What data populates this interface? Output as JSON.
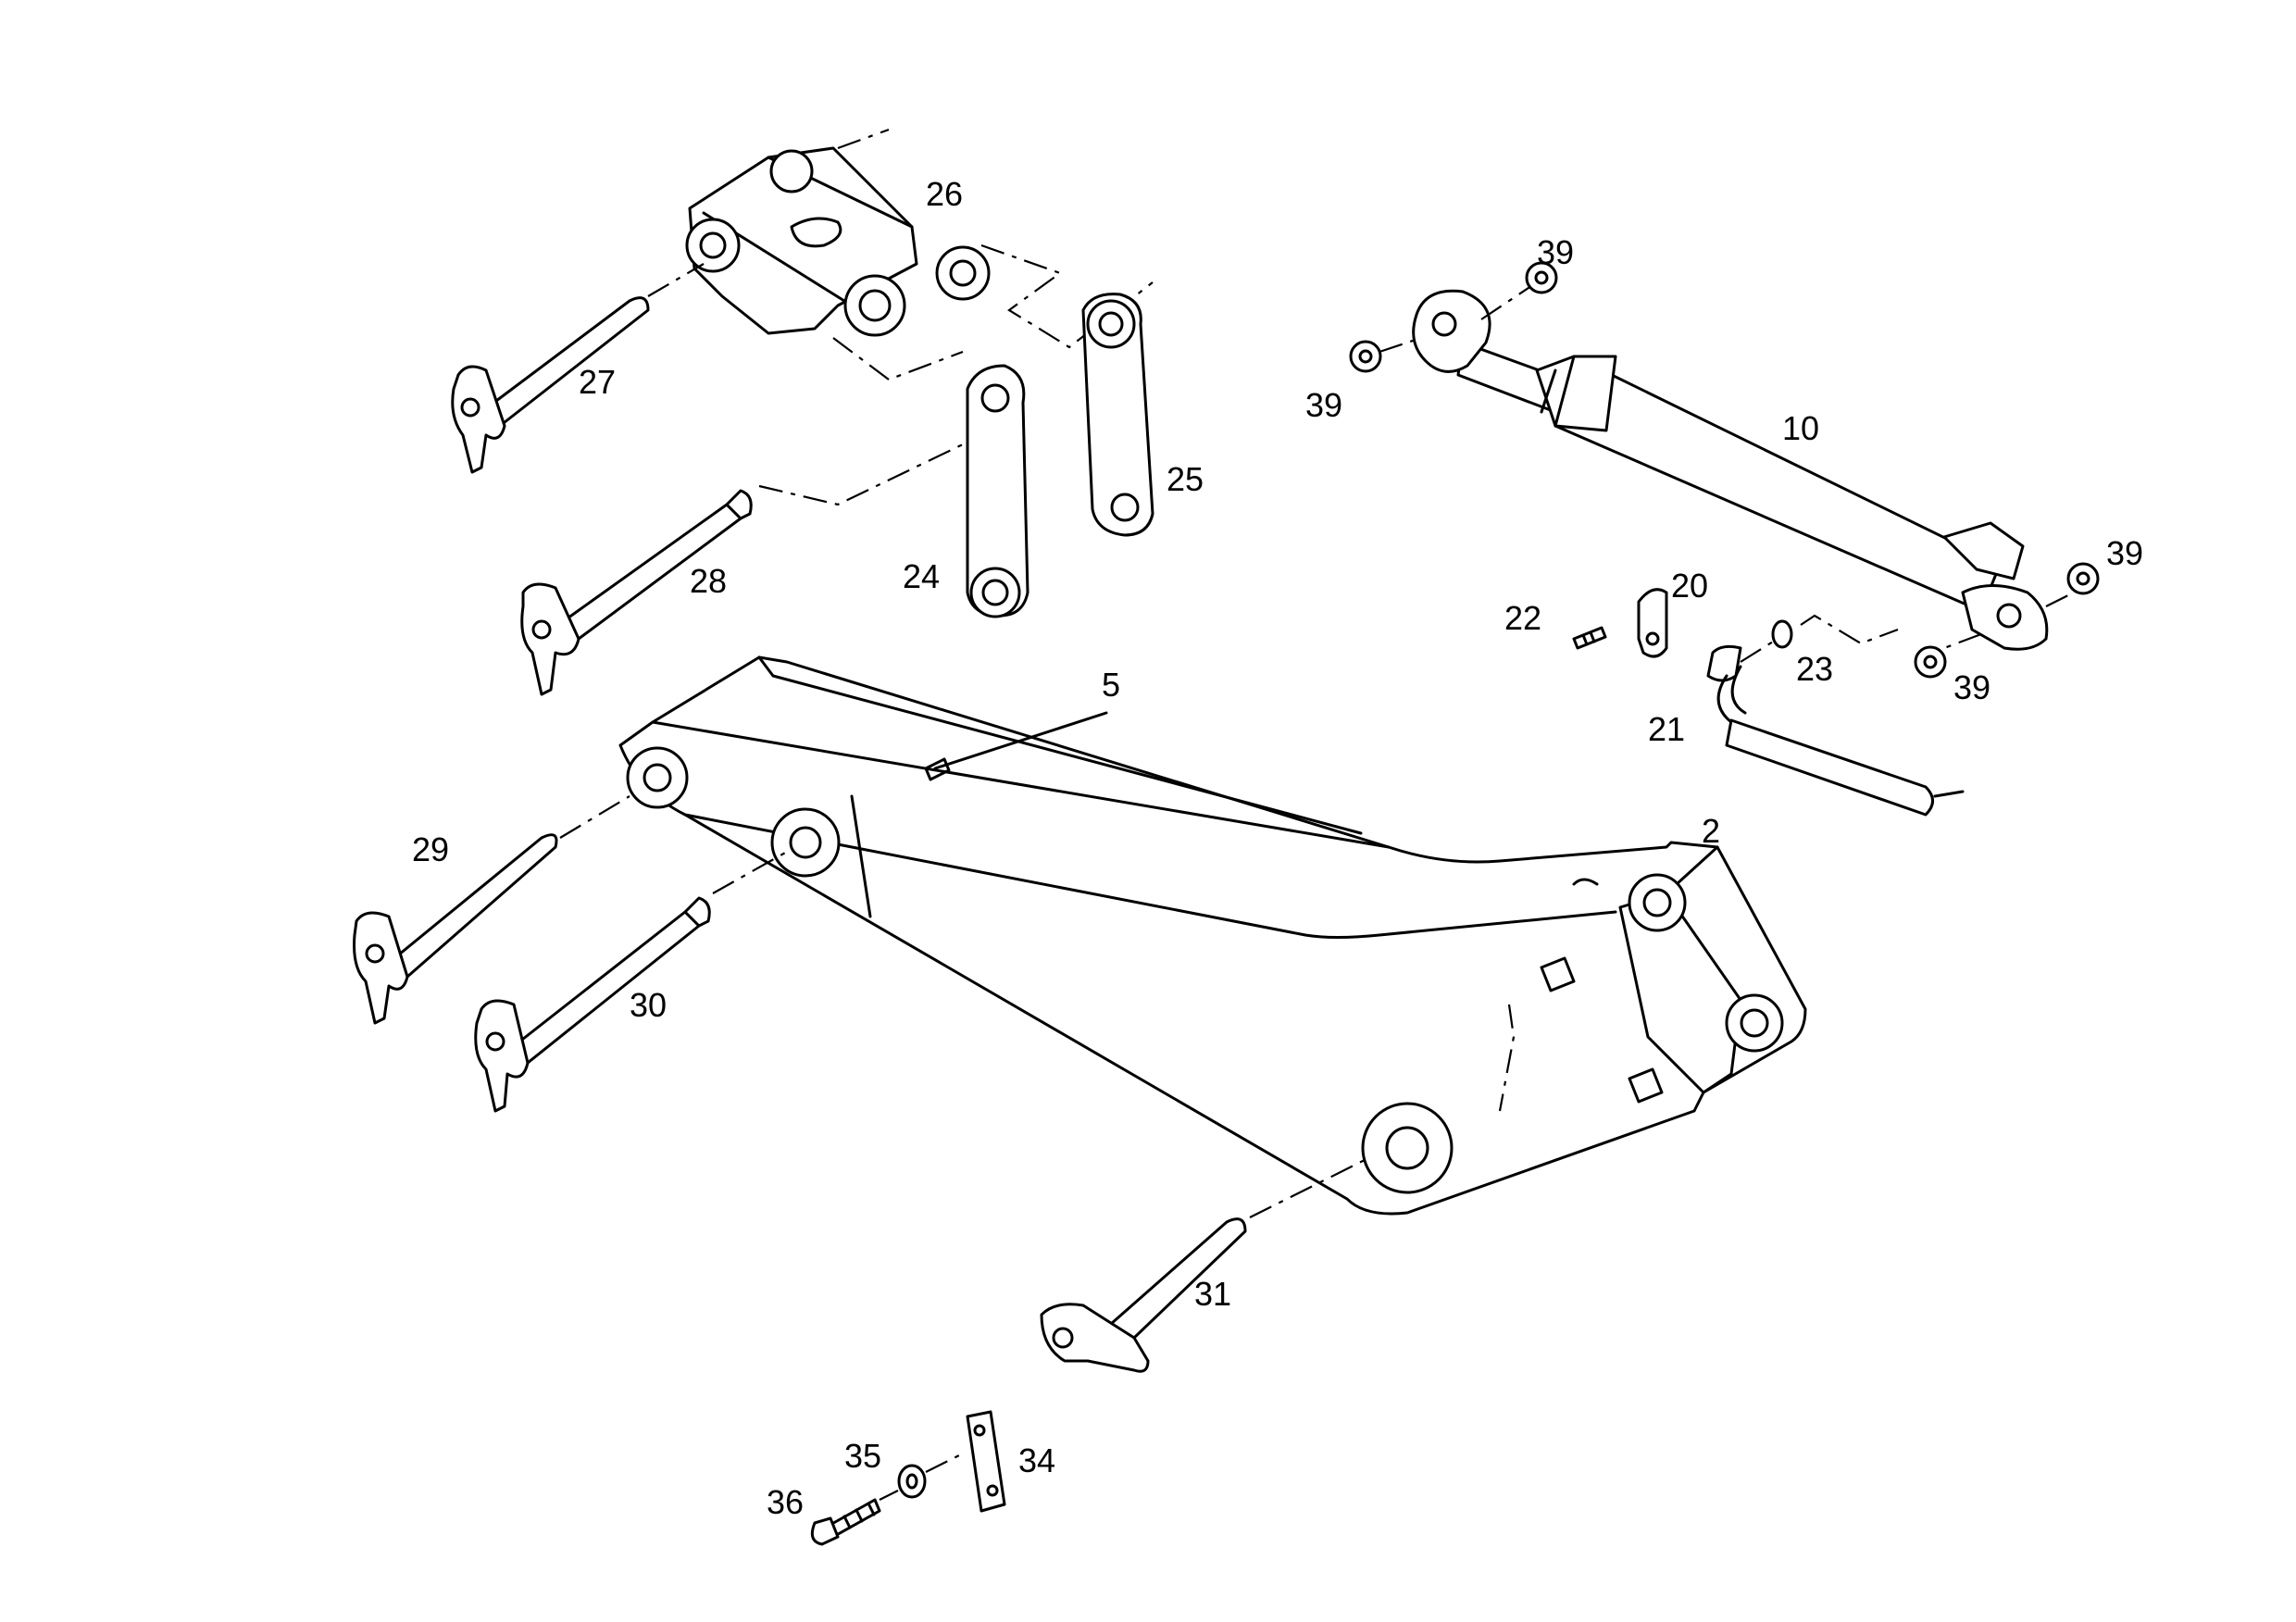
{
  "labels": {
    "p2": "2",
    "p5": "5",
    "p10": "10",
    "p20": "20",
    "p21": "21",
    "p22": "22",
    "p23": "23",
    "p24": "24",
    "p25": "25",
    "p26": "26",
    "p27": "27",
    "p28": "28",
    "p29": "29",
    "p30": "30",
    "p31": "31",
    "p34": "34",
    "p35": "35",
    "p36": "36",
    "p39a": "39",
    "p39b": "39",
    "p39c": "39",
    "p39d": "39"
  }
}
